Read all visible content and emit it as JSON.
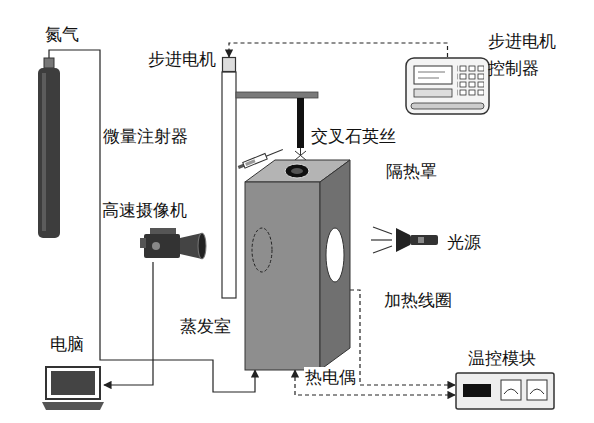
{
  "diagram": {
    "nodes": [
      {
        "text": [
          "氮气"
        ]
      },
      {
        "text": [
          "步进电机"
        ]
      },
      {
        "text": [
          "步进电机控制器"
        ]
      },
      {
        "text": [
          "高速摄像机"
        ]
      },
      {
        "text": [
          "光源"
        ]
      },
      {
        "text": [
          "蒸发室"
        ]
      },
      {
        "text": [
          "电脑"
        ]
      },
      {
        "text": [
          "温控模块"
        ]
      }
    ],
    "edges": [
      {
        "from": 2,
        "to": 1,
        "arrow": "to"
      },
      {
        "from": 0,
        "to": 5,
        "arrow": "to"
      },
      {
        "from": 3,
        "to": 6,
        "arrow": "to"
      },
      {
        "from": 5,
        "to": 7,
        "label": "加热线圈",
        "arrow": "to"
      },
      {
        "from": 5,
        "to": 7,
        "label": "热电偶",
        "arrow": "both"
      }
    ],
    "labels": [
      "微量注射器",
      "交叉石英丝",
      "隔热罩"
    ]
  }
}
